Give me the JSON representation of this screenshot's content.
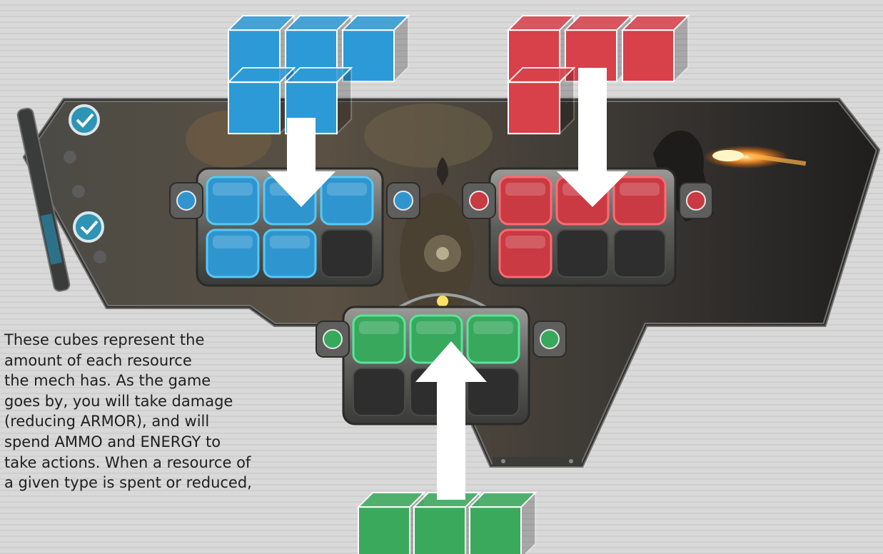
{
  "board": {
    "resources": [
      {
        "key": "armor",
        "label": "ARMOR",
        "color": "#2f95cf",
        "glow": "#56c8f5",
        "filled": 5,
        "slots": 6
      },
      {
        "key": "ammo",
        "label": "AMMO",
        "color": "#c93a42",
        "glow": "#ff6a72",
        "filled": 4,
        "slots": 6
      },
      {
        "key": "energy",
        "label": "ENERGY",
        "color": "#37a85c",
        "glow": "#59e49a",
        "filled": 3,
        "slots": 6
      }
    ],
    "cube_colors": {
      "blue": "#2c9ad6",
      "red": "#d8404a",
      "green": "#3aa95c"
    },
    "progress_checks": 2
  },
  "caption": {
    "lines": [
      "These cubes represent the",
      "amount of each resource",
      "the mech has. As the game",
      "goes by, you will take damage",
      "(reducing ARMOR), and will",
      "spend AMMO and ENERGY to",
      "take actions. When a resource of",
      "a given type is spent or reduced,"
    ]
  }
}
